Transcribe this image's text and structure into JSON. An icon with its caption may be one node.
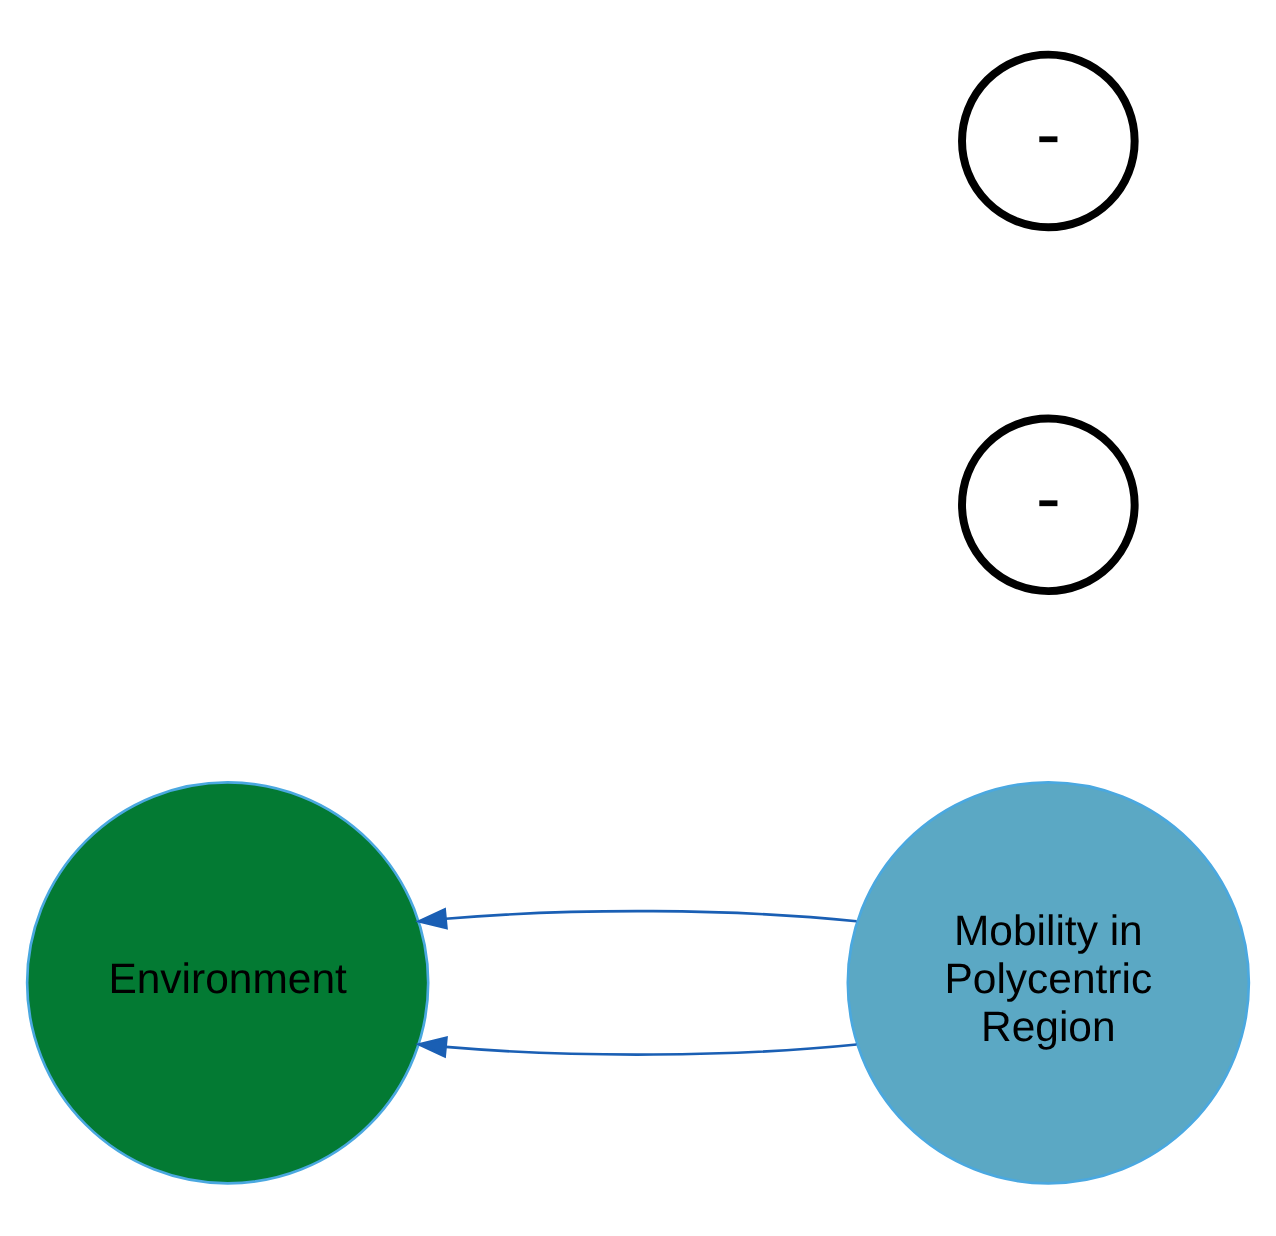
{
  "diagram": {
    "nodes": [
      {
        "text": [
          "Environment"
        ]
      },
      {
        "text": [
          "Mobility in Polycentric Region"
        ]
      }
    ],
    "edges": [
      {
        "from": 1,
        "to": 0,
        "arrow": "to"
      },
      {
        "from": 1,
        "to": 0,
        "arrow": "to"
      }
    ],
    "labels": [
      "-",
      "-"
    ]
  }
}
